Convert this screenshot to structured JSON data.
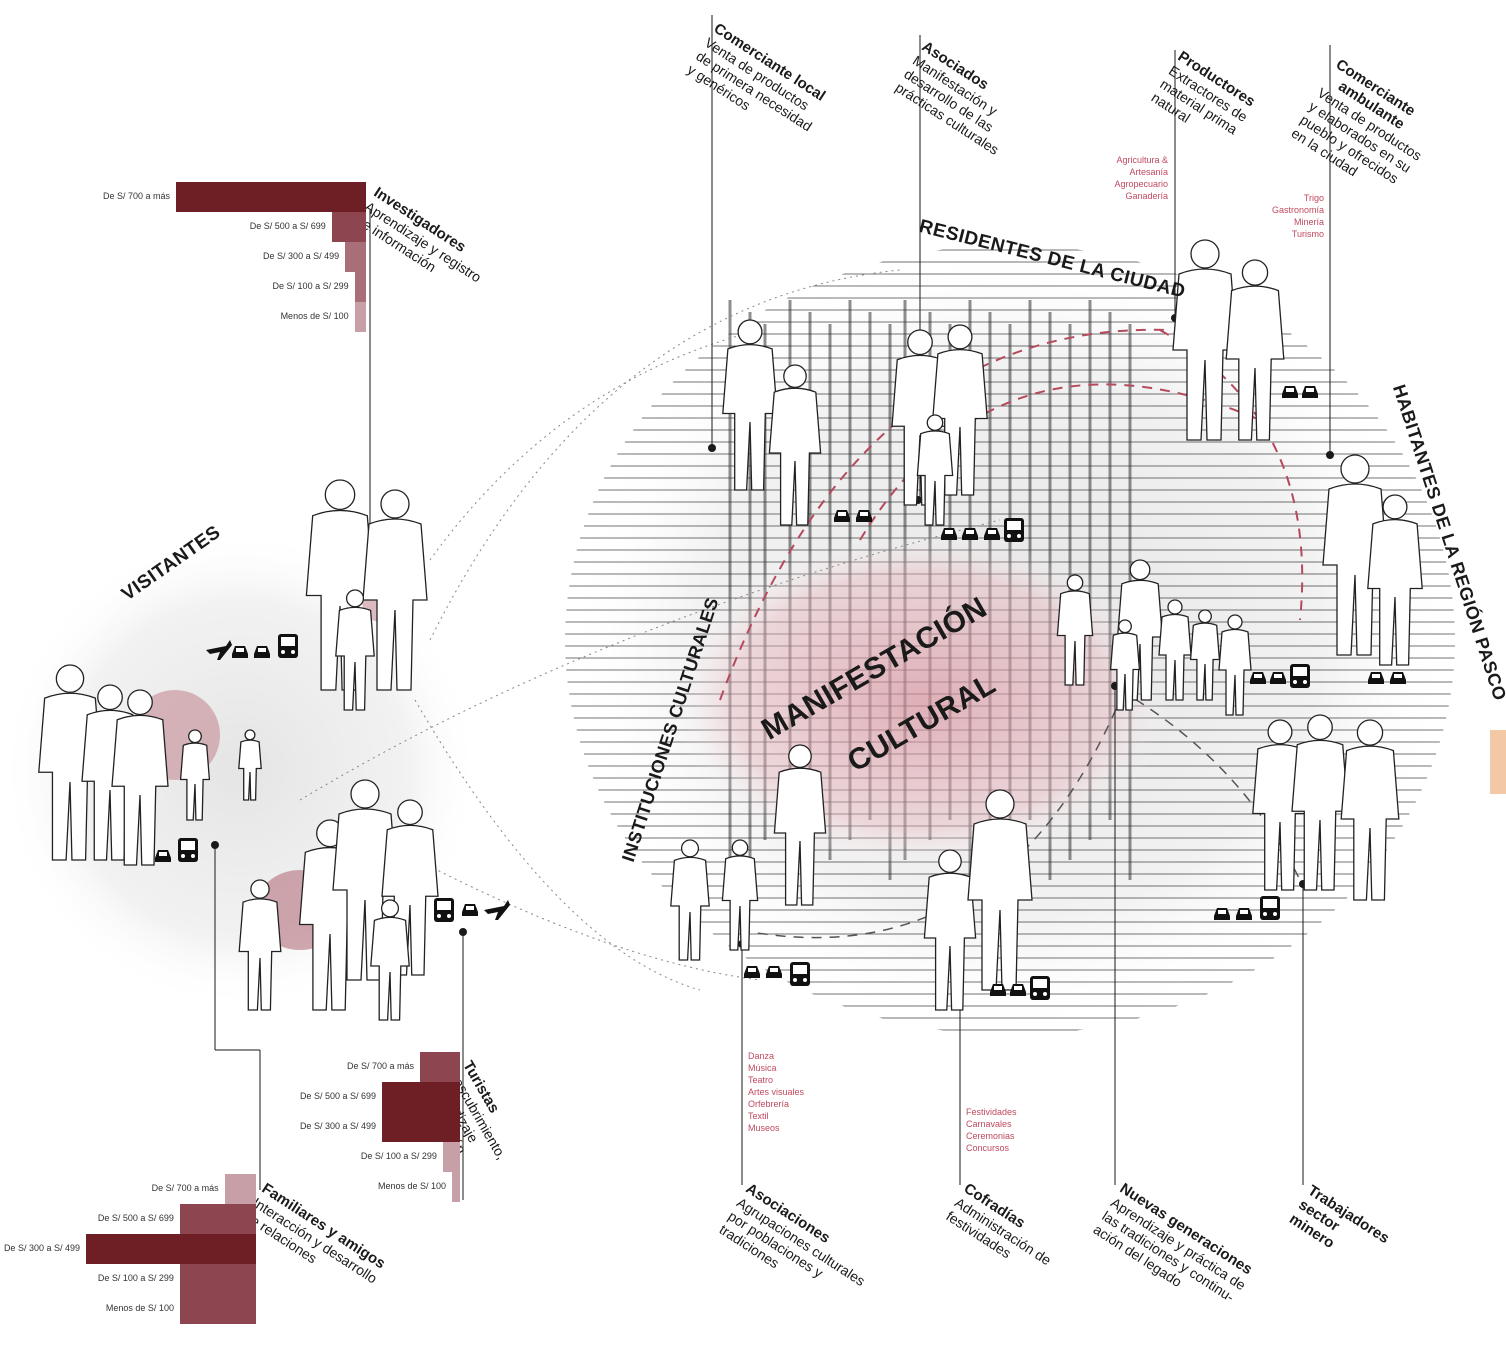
{
  "colors": {
    "dark_bar": "#6e1f26",
    "mid_bar": "#8d4650",
    "light_bar": "#a86f78",
    "pale_bar": "#c6a0a6",
    "accent_text": "#c04a5e",
    "pink_blob": "#e8b8c0",
    "orange_tab": "#f2c9a4"
  },
  "icons": {
    "transport": [
      "plane-icon",
      "car-icon",
      "bus-icon"
    ],
    "markers": "dot-marker-icon"
  },
  "zones": {
    "visitantes": "VISITANTES",
    "residentes": "RESIDENTES DE LA CIUDAD",
    "habitantes": "HABITANTES DE LA REGIÓN  PASCO",
    "instituciones": "INSTITUCIONES CULTURALES",
    "manifestacion_1": "MANIFESTACIÓN",
    "manifestacion_2": "CULTURAL"
  },
  "actors": {
    "comerciante_local": {
      "title": "Comerciante local",
      "desc": [
        "Venta de productos",
        "de primera necesidad",
        "y genéricos"
      ]
    },
    "asociados": {
      "title": "Asociados",
      "desc": [
        "Manifestación y",
        "desarrollo de las",
        "prácticas culturales"
      ]
    },
    "productores": {
      "title": "Productores",
      "desc": [
        "Extractores de",
        "material prima",
        "natural"
      ]
    },
    "comerciante_ambulante": {
      "title": [
        "Comerciante",
        "ambulante"
      ],
      "desc": [
        "Venta de productos",
        "y elaborados en su",
        "pueblo y ofrecidos",
        "en la ciudad"
      ]
    },
    "investigadores": {
      "title": "Investigadores",
      "desc": [
        "Aprendizaje y registro",
        "de información"
      ]
    },
    "turistas": {
      "title": "Turistas",
      "desc": [
        "Descubrimiento,",
        "aprendizaje",
        "y recreación"
      ]
    },
    "familiares": {
      "title": "Familiares y amigos",
      "desc": [
        "Interacción y desarrollo",
        "de relaciones"
      ]
    },
    "asociaciones": {
      "title": "Asociaciones",
      "desc": [
        "Agrupaciones culturales",
        "por poblaciones y",
        "tradiciones"
      ]
    },
    "cofradias": {
      "title": "Cofradías",
      "desc": [
        "Administración de",
        "festividades"
      ]
    },
    "nuevas_generaciones": {
      "title": "Nuevas generaciones",
      "desc": [
        "Aprendizaje y práctica de",
        "las tradiciones y continu-",
        "ación del legado"
      ]
    },
    "trabajadores": {
      "title": [
        "Trabajadores",
        "sector",
        "minero"
      ]
    }
  },
  "sublists": {
    "asociados": [
      "Agricultura &",
      "Artesanía",
      "Agropecuario",
      "Ganadería"
    ],
    "productores": [
      "Trigo",
      "Gastronomía",
      "Minería",
      "Turismo"
    ],
    "asociaciones": [
      "Danza",
      "Música",
      "Teatro",
      "Artes visuales",
      "Orfebrería",
      "Textil",
      "Museos"
    ],
    "cofradias": [
      "Festividades",
      "Carnavales",
      "Ceremonias",
      "Concursos"
    ]
  },
  "income_charts": {
    "investigadores": {
      "categories": [
        "De S/ 700 a más",
        "De S/ 500 a S/ 699",
        "De S/ 300 a S/ 499",
        "De S/ 100 a S/ 299",
        "Menos de S/ 100"
      ],
      "values": [
        100,
        18,
        11,
        6,
        6
      ]
    },
    "turistas": {
      "categories": [
        "De S/ 700 a más",
        "De S/ 500 a S/ 699",
        "De S/ 300 a S/ 499",
        "De S/ 100 a S/ 299",
        "Menos de S/ 100"
      ],
      "values": [
        21,
        41,
        41,
        9,
        4
      ]
    },
    "familiares": {
      "categories": [
        "De S/ 700 a más",
        "De S/ 500 a S/ 699",
        "De S/ 300 a S/ 499",
        "De S/ 100 a S/ 299",
        "Menos de S/ 100"
      ],
      "values": [
        14,
        34,
        76,
        34,
        34
      ]
    }
  }
}
